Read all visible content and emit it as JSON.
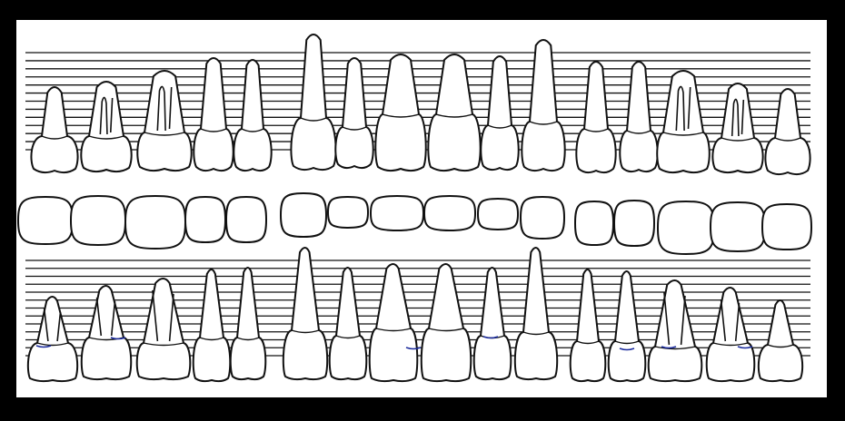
{
  "chart": {
    "title": "",
    "frame_color": "#000000",
    "paper_color": "#ffffff",
    "line_color": "#111111",
    "accent_color": "#1a2a9c"
  },
  "rows": {
    "upper_teeth_count": 16,
    "occlusal_count": 16,
    "lower_teeth_count": 16
  }
}
